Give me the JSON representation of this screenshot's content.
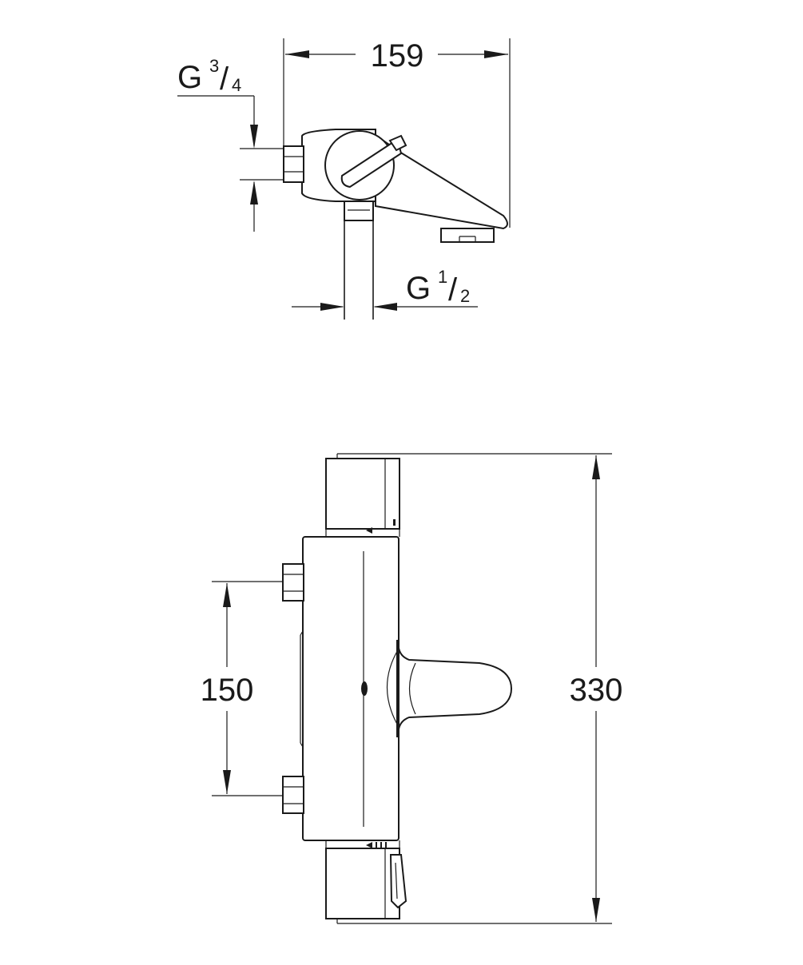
{
  "top_view": {
    "width_dim": "159",
    "inlet_thread": {
      "prefix": "G",
      "num": "3",
      "den": "4"
    },
    "outlet_thread": {
      "prefix": "G",
      "num": "1",
      "den": "2"
    }
  },
  "front_view": {
    "inlet_spacing_dim": "150",
    "height_dim": "330"
  },
  "colors": {
    "line": "#1a1a1a",
    "background": "#ffffff"
  }
}
